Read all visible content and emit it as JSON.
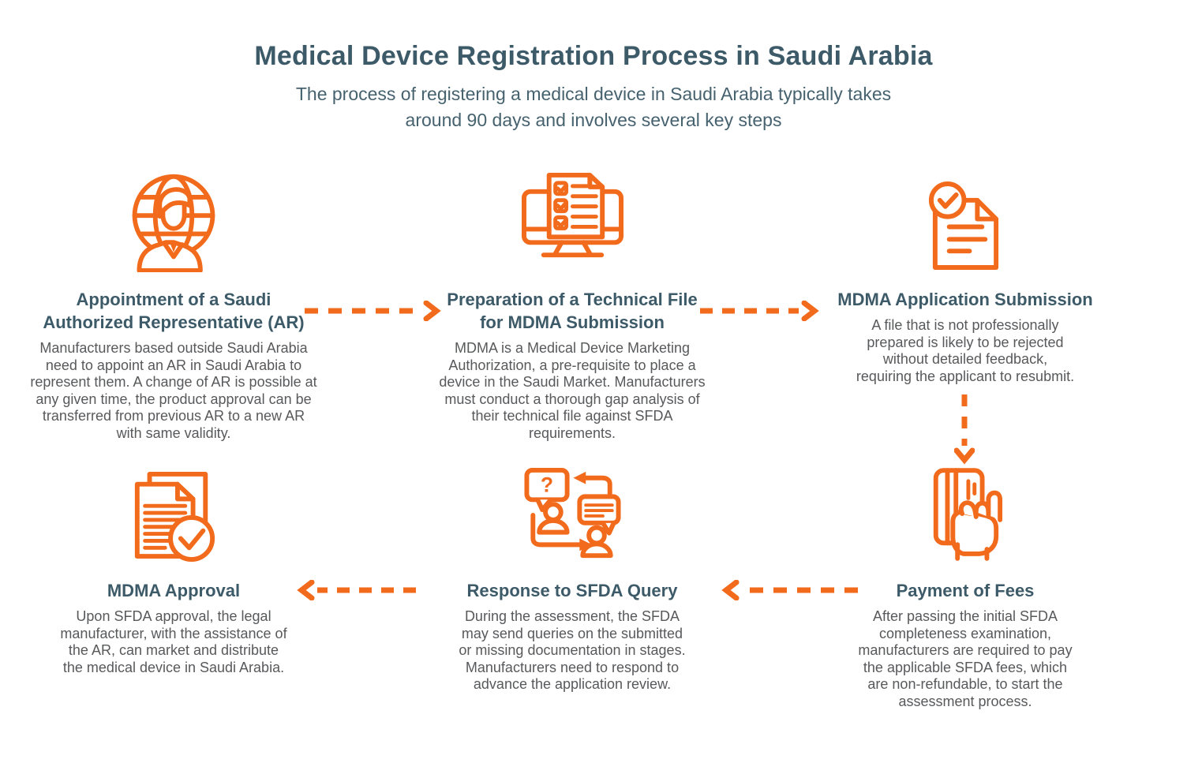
{
  "header": {
    "title": "Medical Device Registration Process in Saudi Arabia",
    "subtitle": "The process of registering a medical device in Saudi Arabia typically takes\naround 90 days and involves several key steps"
  },
  "colors": {
    "accent_orange": "#F26A1B",
    "heading_teal": "#3D5A68",
    "body_gray": "#58595B",
    "background": "#FFFFFF"
  },
  "steps": [
    {
      "icon": "globe-person-icon",
      "title": "Appointment of a Saudi\nAuthorized Representative (AR)",
      "body": "Manufacturers based outside Saudi Arabia\nneed to appoint an AR in Saudi Arabia to\nrepresent them. A change of AR is possible at\nany given time, the product approval can be\ntransferred from previous AR to a new AR\nwith same validity."
    },
    {
      "icon": "monitor-checklist-icon",
      "title": "Preparation of a Technical File\nfor MDMA Submission",
      "body": "MDMA is a Medical Device Marketing\nAuthorization, a pre-requisite to place a\ndevice in the Saudi Market. Manufacturers\nmust conduct a thorough gap analysis of\ntheir technical file against SFDA\nrequirements."
    },
    {
      "icon": "document-check-icon",
      "title": "MDMA Application Submission",
      "body": "A file that is not professionally\nprepared is likely to be rejected\nwithout detailed feedback,\nrequiring the applicant to resubmit."
    },
    {
      "icon": "card-payment-icon",
      "title": "Payment of Fees",
      "body": "After passing the initial SFDA\ncompleteness examination,\nmanufacturers are required to pay\nthe applicable SFDA fees, which\nare non-refundable, to start the\nassessment process."
    },
    {
      "icon": "chat-query-icon",
      "title": "Response to SFDA Query",
      "body": "During the assessment, the SFDA\nmay send queries on the submitted\nor missing documentation in stages.\nManufacturers need to respond to\nadvance the application review."
    },
    {
      "icon": "documents-approved-icon",
      "title": "MDMA Approval",
      "body": "Upon SFDA approval, the legal\nmanufacturer, with the assistance of\nthe AR, can market and distribute\nthe medical device in Saudi Arabia."
    }
  ],
  "flow_arrows": [
    "step1-to-step2-right",
    "step2-to-step3-right",
    "step3-to-step4-down",
    "step4-to-step5-left",
    "step5-to-step6-left"
  ]
}
